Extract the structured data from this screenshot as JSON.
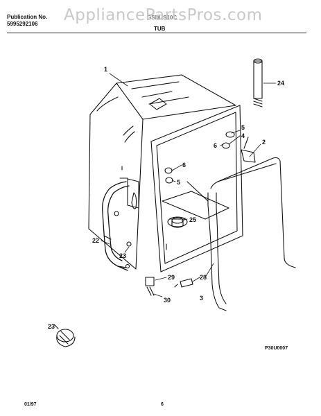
{
  "header": {
    "publication_label": "Publication No.",
    "publication_number": "5995292106",
    "model": "GSDUS10C",
    "section_title": "TUB",
    "watermark": "AppliancePartsPros.com"
  },
  "callouts": [
    "1",
    "24",
    "5",
    "4",
    "6",
    "2",
    "6",
    "5",
    "25",
    "22",
    "23",
    "29",
    "28",
    "3",
    "30",
    "23"
  ],
  "diagram_code": "P30U0007",
  "footer": {
    "date": "01/97",
    "page": "6"
  }
}
